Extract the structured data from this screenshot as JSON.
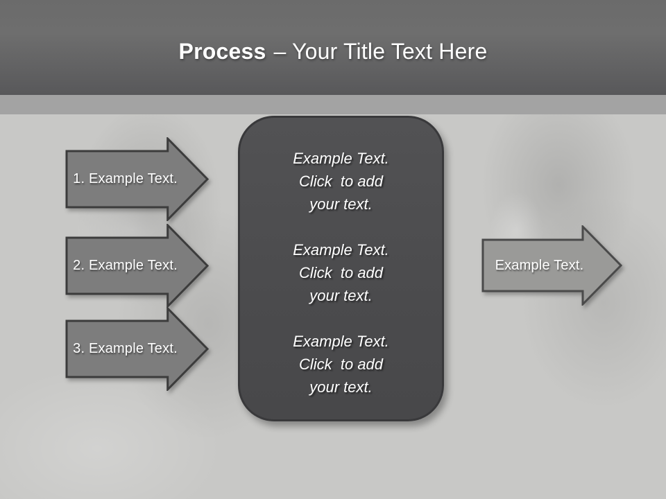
{
  "title": {
    "emphasis": "Process",
    "rest": "– Your Title Text Here"
  },
  "steps": [
    {
      "label": "1. Example Text."
    },
    {
      "label": "2. Example Text."
    },
    {
      "label": "3. Example Text."
    }
  ],
  "center_box": {
    "paragraphs": [
      {
        "text": "Example Text.\nClick  to add\nyour text."
      },
      {
        "text": "Example Text.\nClick  to add\nyour text."
      },
      {
        "text": "Example Text.\nClick  to add\nyour text."
      }
    ]
  },
  "result_arrow": {
    "label": "Example Text."
  },
  "colors": {
    "header_top": "#6b6b6b",
    "header_bottom": "#58585a",
    "divider_band": "#a3a3a3",
    "body_background": "#c8c8c6",
    "step_arrow_fill": "#7d7d7d",
    "step_arrow_border": "#3c3c3c",
    "result_arrow_fill": "#9a9a98",
    "result_arrow_border": "#4a4a4a",
    "center_box_fill": "#4b4b4d",
    "center_box_border": "#39393b",
    "text": "#ffffff"
  }
}
